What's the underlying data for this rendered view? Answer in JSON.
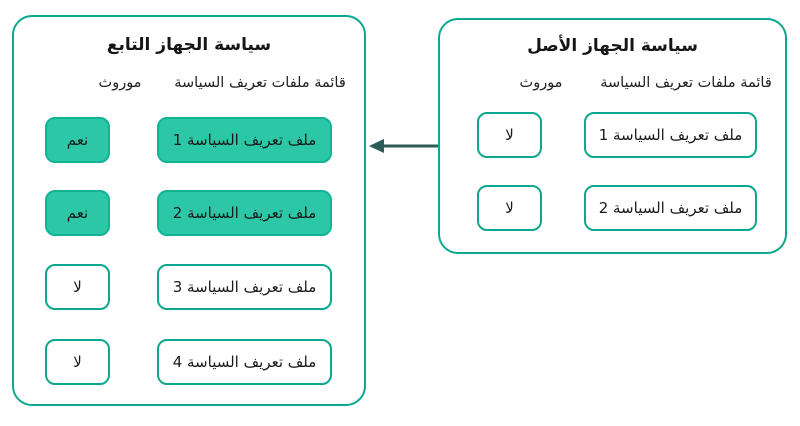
{
  "colors": {
    "panel_border": "#0aa88e",
    "badge_filled_bg": "#2cc7a6",
    "badge_filled_border": "#12b395",
    "badge_outline_bg": "#ffffff",
    "arrow": "#2b5c55",
    "text": "#1a1a1a"
  },
  "child_panel": {
    "title": "سياسة الجهاز التابع",
    "policy_list_header": "قائمة ملفات تعريف السياسة",
    "inherited_header": "موروث",
    "rows": [
      {
        "profile": "ملف تعريف السياسة 1",
        "inherited": "نعم",
        "filled": true
      },
      {
        "profile": "ملف تعريف السياسة 2",
        "inherited": "نعم",
        "filled": true
      },
      {
        "profile": "ملف تعريف السياسة 3",
        "inherited": "لا",
        "filled": false
      },
      {
        "profile": "ملف تعريف السياسة 4",
        "inherited": "لا",
        "filled": false
      }
    ]
  },
  "parent_panel": {
    "title": "سياسة الجهاز الأصل",
    "policy_list_header": "قائمة ملفات تعريف السياسة",
    "inherited_header": "موروث",
    "rows": [
      {
        "profile": "ملف تعريف السياسة 1",
        "inherited": "لا",
        "filled": false
      },
      {
        "profile": "ملف تعريف السياسة 2",
        "inherited": "لا",
        "filled": false
      }
    ]
  },
  "arrow": {
    "meaning": "inheritance-from-parent-to-child",
    "direction": "left"
  }
}
